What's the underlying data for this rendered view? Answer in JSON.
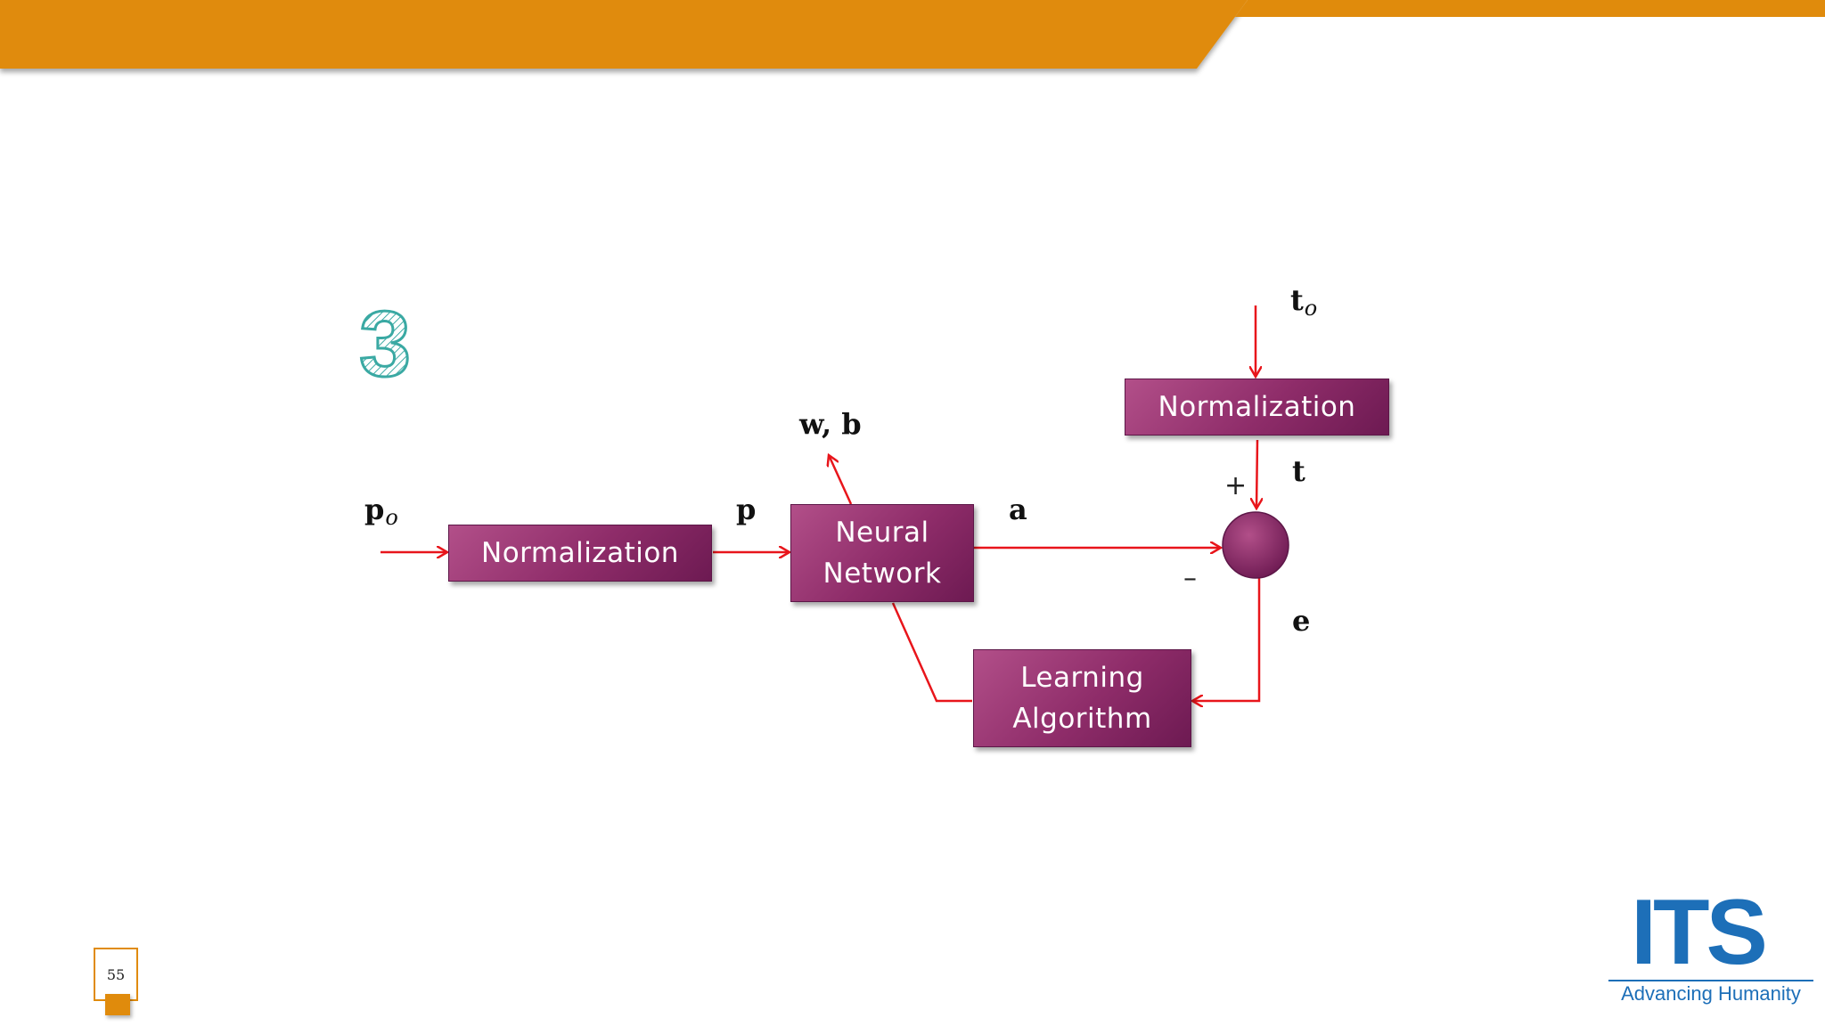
{
  "slide": {
    "page_number": "55",
    "step_number": "3",
    "colors": {
      "header_orange": "#e08b0c",
      "box_purple": "#8e2c69",
      "arrow_red": "#e8151b",
      "step_teal": "#3aa9a3",
      "logo_blue": "#1d6fb8"
    }
  },
  "diagram": {
    "blocks": {
      "input_normalization": "Normalization",
      "neural_network": "Neural\nNetwork",
      "target_normalization": "Normalization",
      "learning_algorithm": "Learning\nAlgorithm"
    },
    "variables": {
      "p_o": {
        "main": "p",
        "sub": "o"
      },
      "p": "p",
      "wb": "w, b",
      "a": "a",
      "t_o": {
        "main": "t",
        "sub": "o"
      },
      "t": "t",
      "e": "e"
    },
    "signs": {
      "plus": "+",
      "minus": "–"
    }
  },
  "logo": {
    "text": "ITS",
    "tagline": "Advancing Humanity"
  }
}
